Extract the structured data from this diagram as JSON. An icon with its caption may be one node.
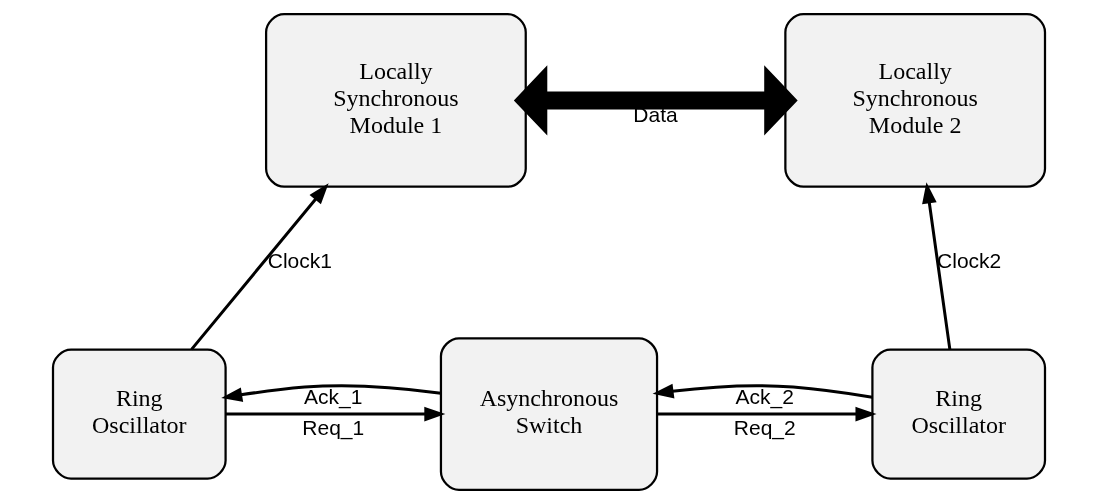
{
  "diagram": {
    "nodes": [
      {
        "text": [
          "Locally Synchronous Module 1"
        ]
      },
      {
        "text": [
          "Locally Synchronous Module 2"
        ]
      },
      {
        "text": [
          "Ring Oscillator"
        ]
      },
      {
        "text": [
          "Asynchronous Switch"
        ]
      },
      {
        "text": [
          "Ring Oscillator"
        ]
      }
    ],
    "edges": [
      {
        "from": 0,
        "to": 1,
        "arrow": "both",
        "label": "Data",
        "style": "thick"
      },
      {
        "from": 2,
        "to": 0,
        "arrow": "to",
        "label": "Clock1"
      },
      {
        "from": 3,
        "to": 2,
        "arrow": "to",
        "label": "Ack_1"
      },
      {
        "from": 2,
        "to": 3,
        "arrow": "to",
        "label": "Req_1"
      },
      {
        "from": 4,
        "to": 3,
        "arrow": "to",
        "label": "Ack_2"
      },
      {
        "from": 3,
        "to": 4,
        "arrow": "to",
        "label": "Req_2"
      },
      {
        "from": 4,
        "to": 1,
        "arrow": "to",
        "label": "Clock2"
      }
    ]
  }
}
